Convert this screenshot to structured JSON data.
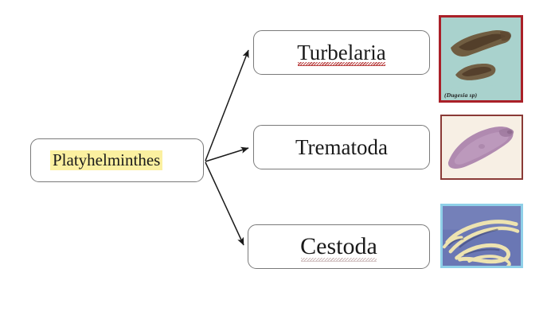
{
  "diagram": {
    "type": "classification-tree",
    "background_color": "#ffffff",
    "root": {
      "label": "Platyhelminthes",
      "highlight_color": "#fbf0a0",
      "box_border_color": "#7a7a7a"
    },
    "branches": [
      {
        "id": "turbelaria",
        "label": "Turbelaria",
        "spellcheck_underline": "red",
        "photo": {
          "name": "planaria-photo",
          "caption": "(Dugesia  sp)",
          "border_color": "#aa2028",
          "background_color": "#a9d2cd",
          "specimen_color": "#6b5235"
        }
      },
      {
        "id": "trematoda",
        "label": "Trematoda",
        "spellcheck_underline": "none",
        "photo": {
          "name": "fluke-photo",
          "caption": "",
          "credit": "",
          "border_color": "#8a3a36",
          "background_color": "#f7efe4",
          "specimen_color": "#b08ab0"
        }
      },
      {
        "id": "cestoda",
        "label": "Cestoda",
        "spellcheck_underline": "faint",
        "photo": {
          "name": "tapeworm-photo",
          "caption": "",
          "border_color": "#8fd0e8",
          "background_color": "#6a77b4",
          "specimen_color": "#ede3b0"
        }
      }
    ],
    "arrows": {
      "origin": "258,203",
      "color": "#1a1a1a",
      "count": 3
    }
  }
}
